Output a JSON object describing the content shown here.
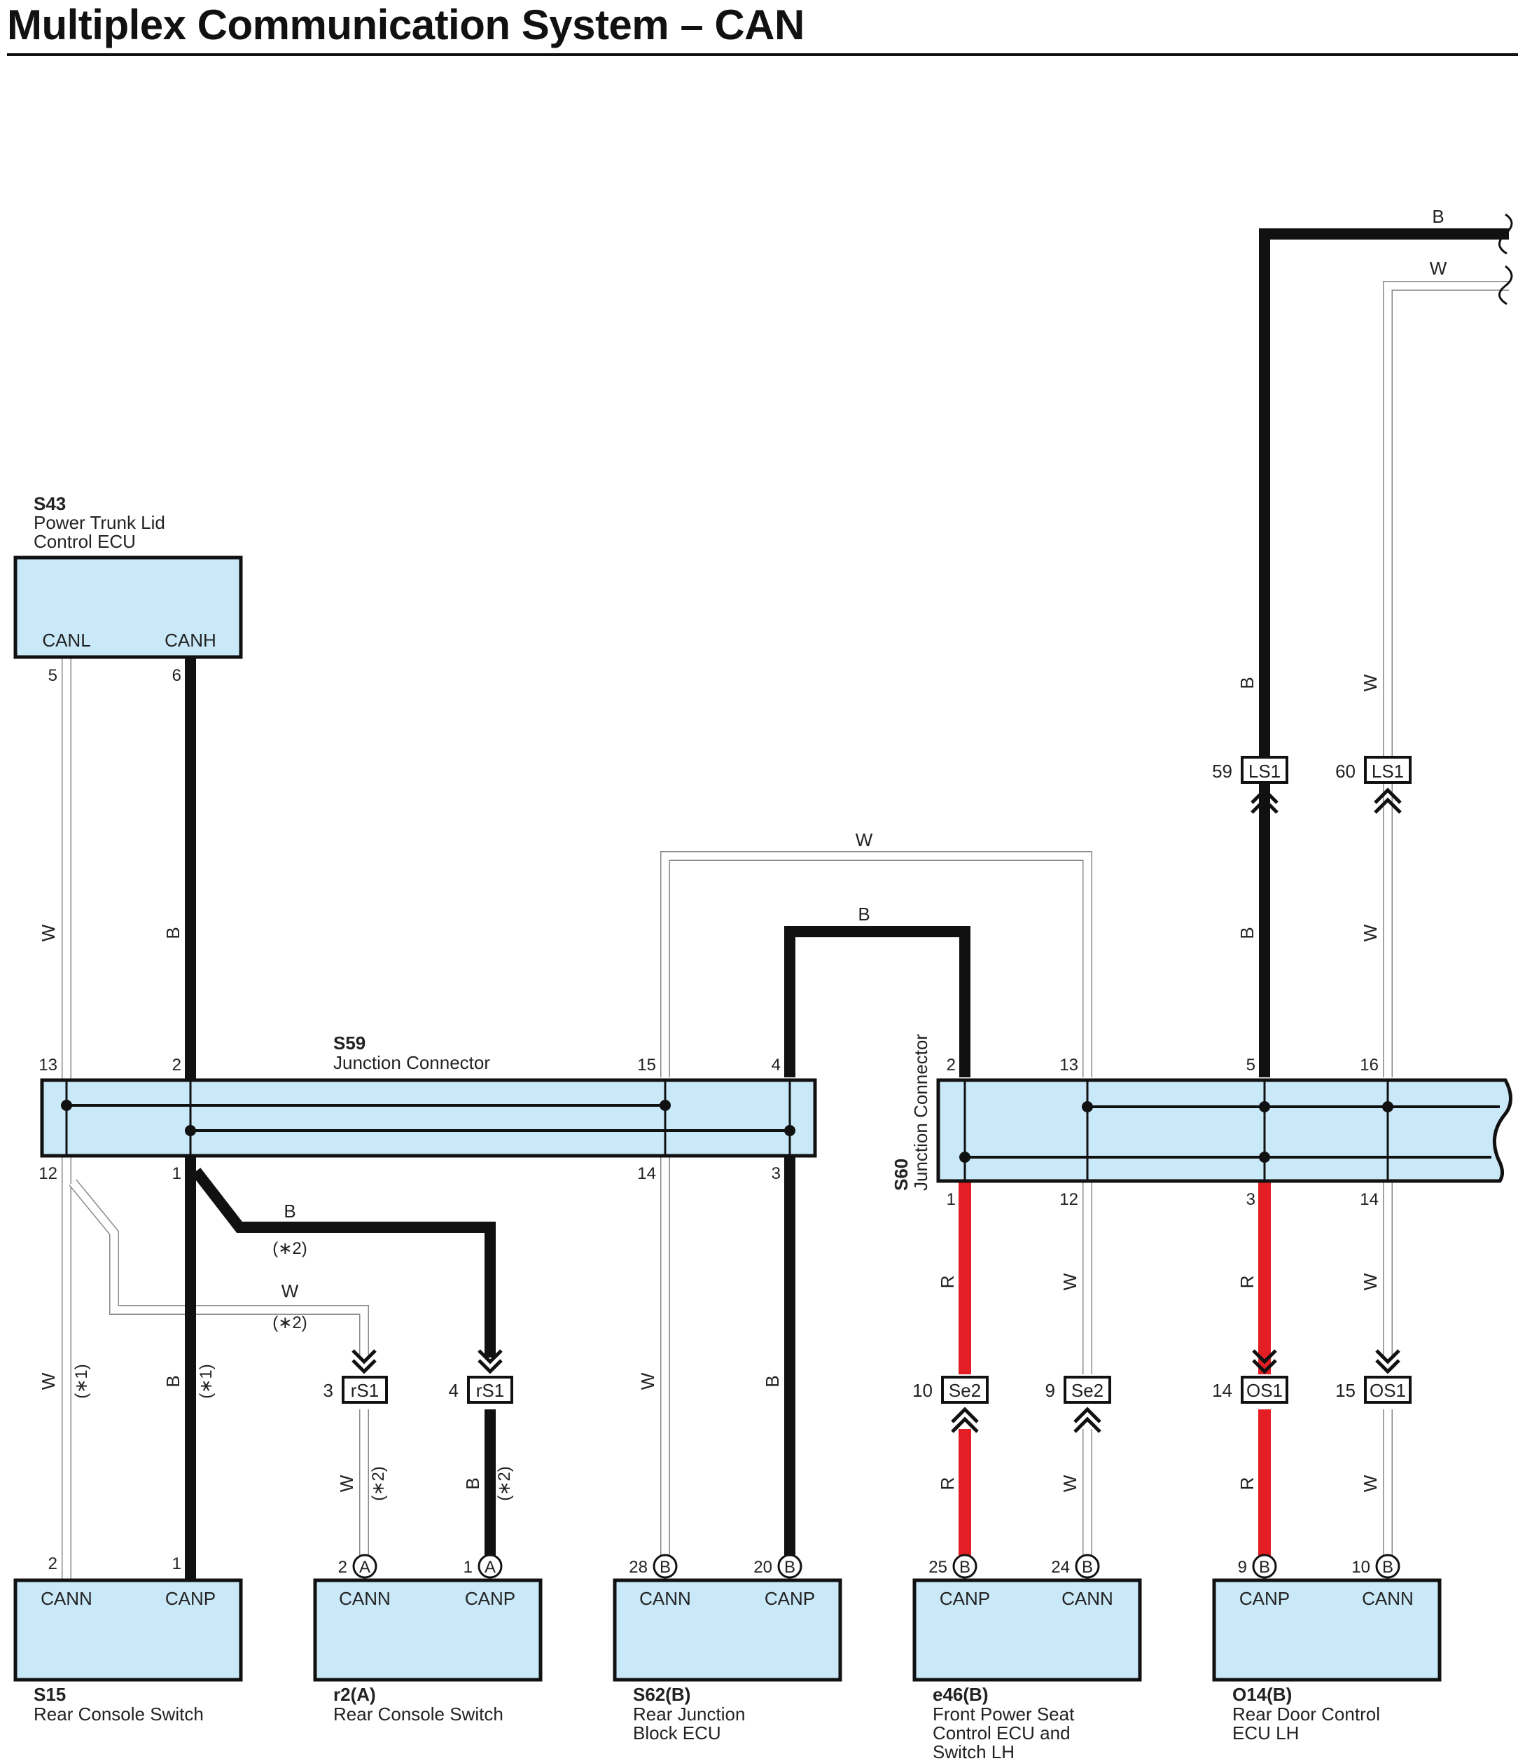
{
  "title": "Multiplex Communication System – CAN",
  "colors": {
    "component_fill": "#c9e8f8",
    "wire_red": "#e31e24",
    "wire_black": "#111111",
    "wire_white_edge": "#888888"
  },
  "components": {
    "s43": {
      "code": "S43",
      "name_lines": [
        "Power Trunk Lid",
        "Control ECU"
      ],
      "pins": [
        "CANL",
        "CANH"
      ],
      "pin_numbers": [
        "5",
        "6"
      ]
    },
    "s15": {
      "code": "S15",
      "name_lines": [
        "Rear Console Switch"
      ],
      "pins": [
        "CANN",
        "CANP"
      ],
      "pin_numbers": [
        "2",
        "1"
      ]
    },
    "r2": {
      "code": "r2(A)",
      "name_lines": [
        "Rear Console Switch"
      ],
      "pins": [
        "CANN",
        "CANP"
      ],
      "pin_numbers": [
        "2",
        "1"
      ],
      "connector": "A"
    },
    "s62": {
      "code": "S62(B)",
      "name_lines": [
        "Rear Junction",
        "Block ECU"
      ],
      "pins": [
        "CANN",
        "CANP"
      ],
      "pin_numbers": [
        "28",
        "20"
      ],
      "connector": "B"
    },
    "e46": {
      "code": "e46(B)",
      "name_lines": [
        "Front Power Seat",
        "Control ECU and",
        "Switch LH"
      ],
      "pins": [
        "CANP",
        "CANN"
      ],
      "pin_numbers": [
        "25",
        "24"
      ],
      "connector": "B"
    },
    "o14": {
      "code": "O14(B)",
      "name_lines": [
        "Rear Door Control",
        "ECU LH"
      ],
      "pins": [
        "CANP",
        "CANN"
      ],
      "pin_numbers": [
        "9",
        "10"
      ],
      "connector": "B"
    }
  },
  "junctions": {
    "s59": {
      "code": "S59",
      "name": "Junction Connector",
      "top_pins": [
        "13",
        "2",
        "15",
        "4"
      ],
      "bottom_pins": [
        "12",
        "1",
        "14",
        "3"
      ]
    },
    "s60": {
      "code": "S60",
      "name": "Junction Connector",
      "top_pins": [
        "2",
        "13",
        "5",
        "16"
      ],
      "bottom_pins": [
        "1",
        "12",
        "3",
        "14"
      ]
    }
  },
  "connectors": {
    "ls1_b": {
      "name": "LS1",
      "pin": "59"
    },
    "ls1_w": {
      "name": "LS1",
      "pin": "60"
    },
    "rs1_w": {
      "name": "rS1",
      "pin": "3"
    },
    "rs1_b": {
      "name": "rS1",
      "pin": "4"
    },
    "se2_r": {
      "name": "Se2",
      "pin": "10"
    },
    "se2_w": {
      "name": "Se2",
      "pin": "9"
    },
    "os1_r": {
      "name": "OS1",
      "pin": "14"
    },
    "os1_w": {
      "name": "OS1",
      "pin": "15"
    }
  },
  "wire_colors": {
    "black": "B",
    "white": "W",
    "red": "R"
  },
  "notes": {
    "n1": "(∗1)",
    "n2": "(∗2)"
  }
}
